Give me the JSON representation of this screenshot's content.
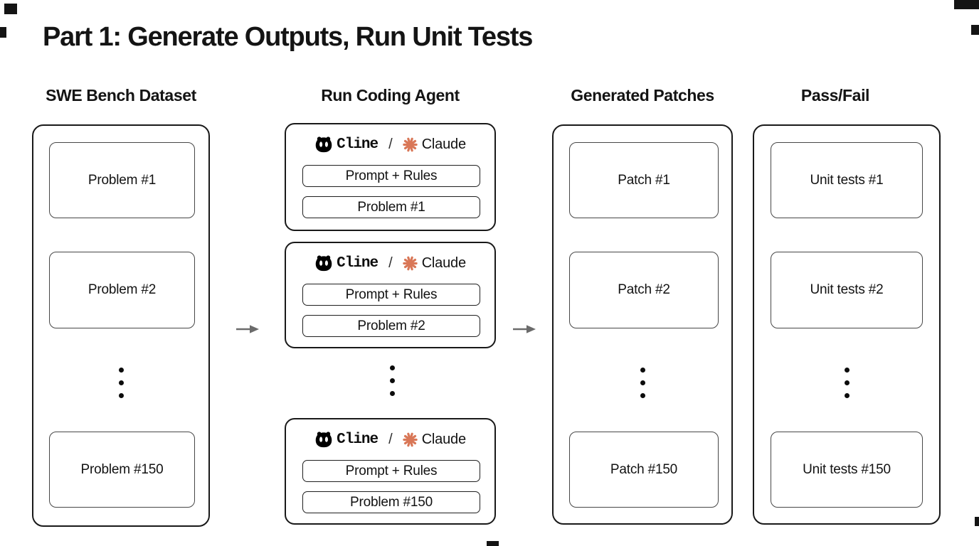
{
  "page": {
    "title": "Part 1: Generate Outputs, Run Unit Tests"
  },
  "columns": {
    "dataset": {
      "header": "SWE Bench Dataset",
      "items": [
        "Problem #1",
        "Problem #2",
        "Problem #150"
      ]
    },
    "agent": {
      "header": "Run Coding Agent",
      "cards": [
        {
          "tool": "Cline",
          "separator": "/",
          "model": "Claude",
          "prompt": "Prompt + Rules",
          "problem": "Problem #1"
        },
        {
          "tool": "Cline",
          "separator": "/",
          "model": "Claude",
          "prompt": "Prompt + Rules",
          "problem": "Problem #2"
        },
        {
          "tool": "Cline",
          "separator": "/",
          "model": "Claude",
          "prompt": "Prompt + Rules",
          "problem": "Problem #150"
        }
      ]
    },
    "patches": {
      "header": "Generated Patches",
      "items": [
        "Patch #1",
        "Patch #2",
        "Patch #150"
      ]
    },
    "passfail": {
      "header": "Pass/Fail",
      "items": [
        "Unit tests #1",
        "Unit tests #2",
        "Unit tests #150"
      ]
    }
  },
  "icons": {
    "cline_icon": "cline-robot-icon",
    "claude_icon": "claude-starburst-icon",
    "arrow_icon": "right-arrow-icon",
    "ellipsis_icon": "vertical-ellipsis-dots"
  },
  "colors": {
    "claude_orange": "#D97757",
    "outline_dark": "#191919",
    "outline_gray": "#474747",
    "arrow_gray": "#6b6b6b",
    "background": "#FFFFFF"
  }
}
